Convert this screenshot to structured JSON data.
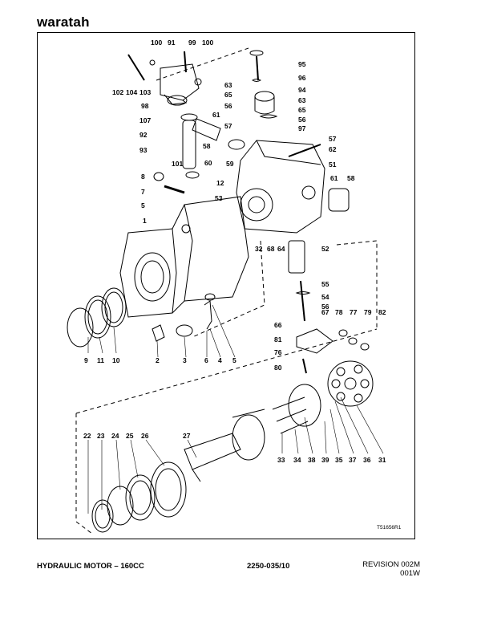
{
  "header": {
    "brand": "waratah"
  },
  "drawing": {
    "reference": "T51656R1",
    "callouts": [
      "100",
      "91",
      "99",
      "100",
      "95",
      "96",
      "94",
      "63",
      "65",
      "56",
      "57",
      "63",
      "65",
      "56",
      "97",
      "102",
      "104",
      "103",
      "98",
      "107",
      "92",
      "93",
      "61",
      "58",
      "60",
      "57",
      "62",
      "51",
      "101",
      "59",
      "12",
      "61",
      "58",
      "8",
      "7",
      "5",
      "53",
      "1",
      "32",
      "68",
      "64",
      "52",
      "55",
      "54",
      "56",
      "67",
      "78",
      "77",
      "79",
      "82",
      "66",
      "81",
      "76",
      "80",
      "9",
      "11",
      "10",
      "2",
      "3",
      "6",
      "4",
      "5",
      "22",
      "23",
      "24",
      "25",
      "26",
      "27",
      "33",
      "34",
      "38",
      "39",
      "35",
      "37",
      "36",
      "31"
    ]
  },
  "footer": {
    "title": "HYDRAULIC MOTOR – 160CC",
    "code": "2250-035/10",
    "revision_line1": "REVISION 002M",
    "revision_line2": "001W"
  }
}
